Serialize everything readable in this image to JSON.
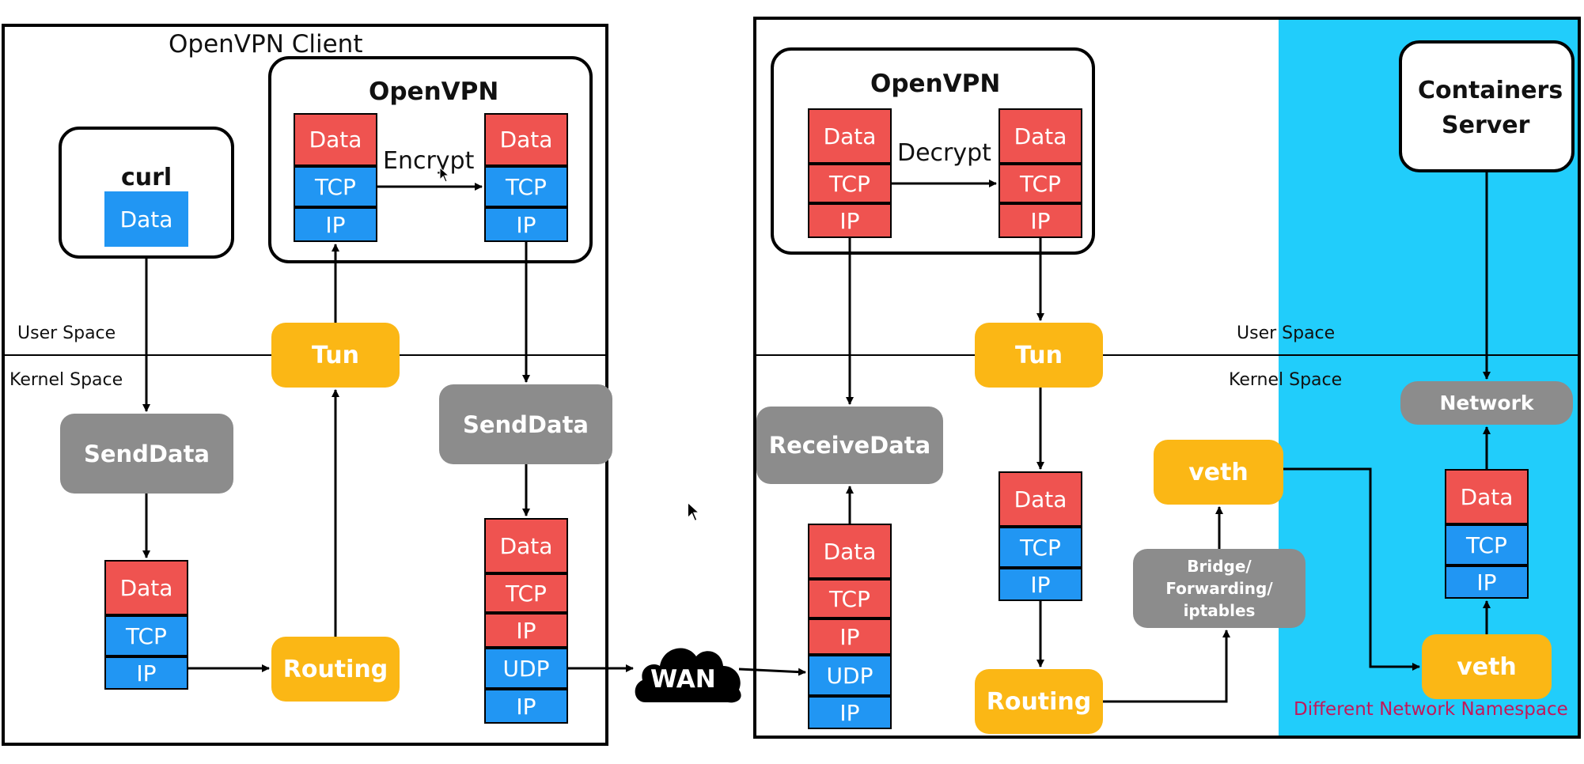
{
  "client": {
    "title": "OpenVPN Client",
    "user_space": "User Space",
    "kernel_space": "Kernel Space",
    "openvpn_title": "OpenVPN",
    "encrypt": "Encrypt",
    "curl": "curl",
    "data": "Data",
    "tcp": "TCP",
    "ip": "IP",
    "udp": "UDP",
    "tun": "Tun",
    "senddata": "SendData",
    "routing": "Routing"
  },
  "wan": "WAN",
  "server": {
    "openvpn_title": "OpenVPN",
    "decrypt": "Decrypt",
    "containers_line1": "Containers",
    "containers_line2": "Server",
    "user_space": "User Space",
    "kernel_space": "Kernel Space",
    "data": "Data",
    "tcp": "TCP",
    "ip": "IP",
    "udp": "UDP",
    "tun": "Tun",
    "receivedata": "ReceiveData",
    "network": "Network",
    "veth": "veth",
    "bridge_line1": "Bridge/",
    "bridge_line2": "Forwarding/",
    "bridge_line3": "iptables",
    "routing": "Routing",
    "namespace": "Different Network Namespace"
  },
  "colors": {
    "data_red": "#ef5350",
    "header_blue": "#2196f3",
    "pill_yellow": "#fbb715",
    "pill_gray": "#8c8c8c",
    "namespace_cyan": "#21cdfb",
    "namespace_text": "#c2185b"
  }
}
